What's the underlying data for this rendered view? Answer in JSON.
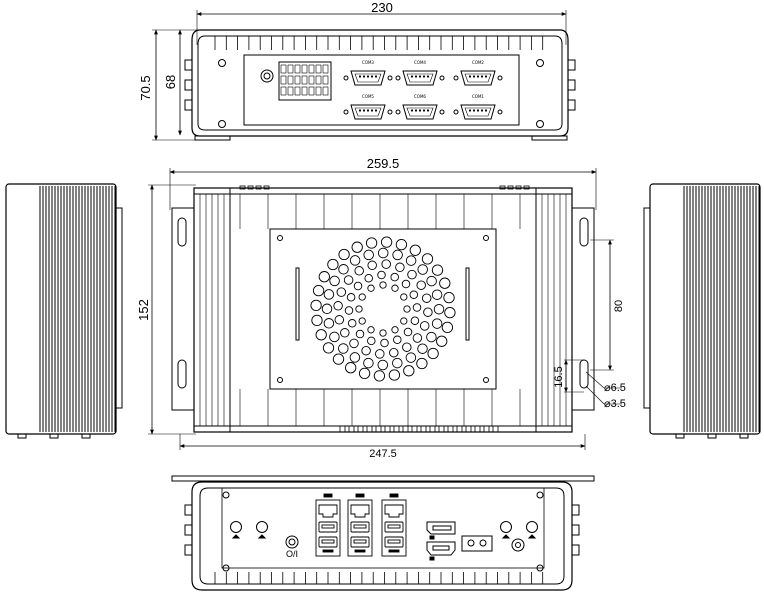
{
  "dimensions": {
    "top_width": "230",
    "top_height_outer": "70.5",
    "top_height_inner": "68",
    "mid_width": "259.5",
    "mid_height": "152",
    "mid_inner_width": "247.5",
    "slot_spacing": "80",
    "slot_length": "16.5",
    "hole_large": "⌀6.5",
    "hole_small": "⌀3.5"
  },
  "front_panel": {
    "com_ports": [
      {
        "label": "COM3"
      },
      {
        "label": "COM4"
      },
      {
        "label": "COM2"
      },
      {
        "label": "COM5"
      },
      {
        "label": "COM6"
      },
      {
        "label": "COM1"
      }
    ]
  },
  "rear_panel": {
    "power_button_label": "O/I"
  },
  "colors": {
    "line": "#000000",
    "background": "#ffffff"
  }
}
